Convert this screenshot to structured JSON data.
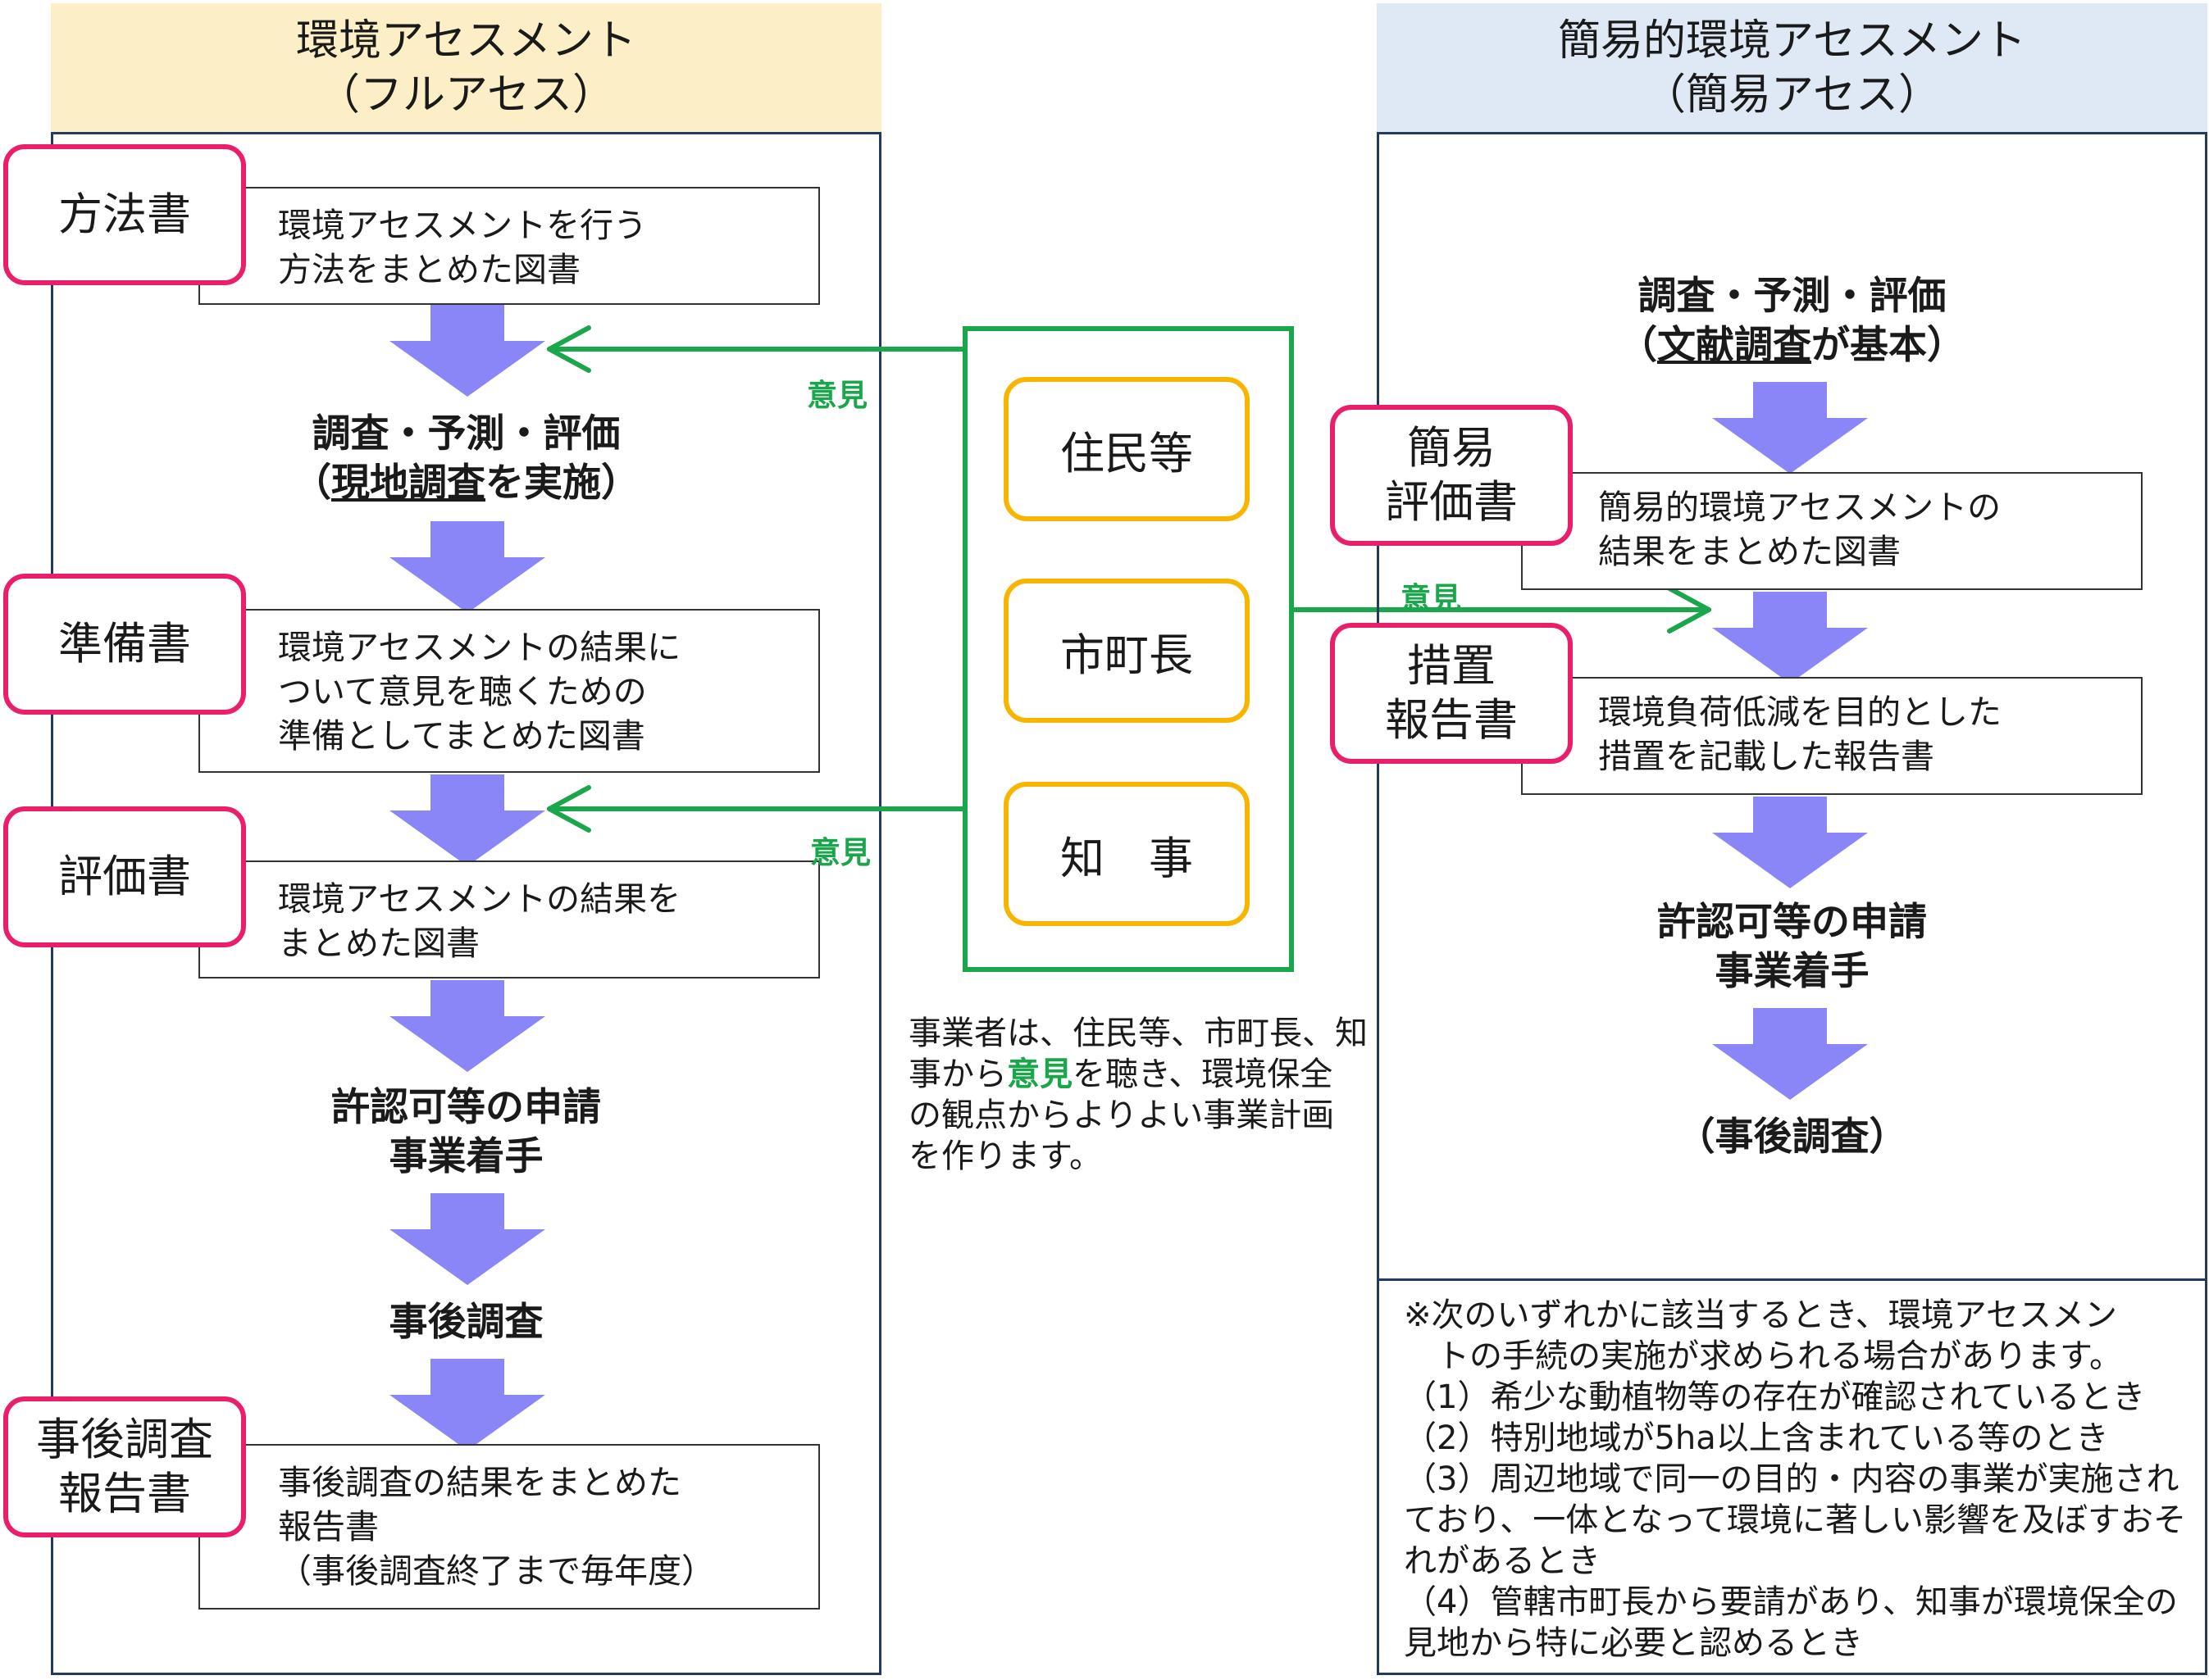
{
  "left_panel": {
    "title": "環境アセスメント",
    "subtitle": "（フルアセス）",
    "stages": [
      {
        "tag": [
          "方法書"
        ],
        "desc": [
          "環境アセスメントを行う",
          "方法をまとめた図書"
        ]
      },
      {
        "tag": [
          "準備書"
        ],
        "desc": [
          "環境アセスメントの結果に",
          "ついて意見を聴くための",
          "準備としてまとめた図書"
        ]
      },
      {
        "tag": [
          "評価書"
        ],
        "desc": [
          "環境アセスメントの結果を",
          "まとめた図書"
        ]
      },
      {
        "tag": [
          "事後調査",
          "報告書"
        ],
        "desc": [
          "事後調査の結果をまとめた",
          "報告書",
          "（事後調査終了まで毎年度）"
        ]
      }
    ],
    "step1": {
      "line1": "調査・予測・評価",
      "line2_open": "（",
      "line2_underlined": "現地調査",
      "line2_rest": "を実施）"
    },
    "step2": {
      "line1": "許認可等の申請",
      "line2": "事業着手"
    },
    "step3": "事後調査"
  },
  "center": {
    "parties": [
      "住民等",
      "市町長",
      "知　事"
    ],
    "opinion_label": "意見",
    "note_a": "事業者は、住民等、市町長、知",
    "note_b1": "事から",
    "note_b2": "意見",
    "note_b3": "を聴き、環境保全",
    "note_c": "の観点からよりよい事業計画",
    "note_d": "を作ります。"
  },
  "right_panel": {
    "title": "簡易的環境アセスメント",
    "subtitle": "（簡易アセス）",
    "step1": {
      "line1": "調査・予測・評価",
      "line2_open": "（",
      "line2_underlined": "文献調査",
      "line2_rest": "が基本）"
    },
    "stages": [
      {
        "tag": [
          "簡易",
          "評価書"
        ],
        "desc": [
          "簡易的環境アセスメントの",
          "結果をまとめた図書"
        ]
      },
      {
        "tag": [
          "措置",
          "報告書"
        ],
        "desc": [
          "環境負荷低減を目的とした",
          "措置を記載した報告書"
        ]
      }
    ],
    "step2": {
      "line1": "許認可等の申請",
      "line2": "事業着手"
    },
    "step3": "（事後調査）",
    "footnote": [
      "※次のいずれかに該当するとき、環境アセスメン",
      "　トの手続の実施が求められる場合があります。",
      "（1）希少な動植物等の存在が確認されているとき",
      "（2）特別地域が5ha以上含まれている等のとき",
      "（3）周辺地域で同一の目的・内容の事業が実施され",
      "ており、一体となって環境に著しい影響を及ぼすおそ",
      "れがあるとき",
      "（4）管轄市町長から要請があり、知事が環境保全の",
      "見地から特に必要と認めるとき"
    ]
  },
  "colors": {
    "tag_border": "#ea1e6b",
    "arrow_fill": "#8a86f7",
    "opinion_green": "#1aa64a",
    "party_border": "#f7b500",
    "panel_border": "#243a5e",
    "left_header": "#fcefc7",
    "right_header": "#dfe9f6"
  }
}
